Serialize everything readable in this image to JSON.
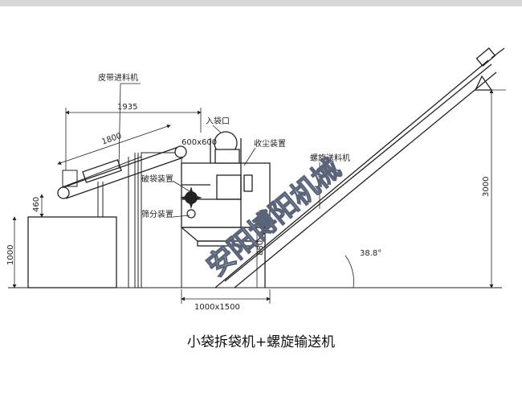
{
  "labels": {
    "belt_feeder": "皮带进料机",
    "bag_inlet": "入袋口",
    "dust_collector": "收尘装置",
    "bag_breaker": "破袋装置",
    "screw_conveyor": "螺旋送料机",
    "screening": "筛分装置"
  },
  "dimensions": {
    "d1935": "1935",
    "d1800": "1800",
    "d600": "600x600",
    "d460": "460",
    "d1000": "1000",
    "d880": "880",
    "d1000x1500": "1000x1500",
    "d3000": "3000",
    "angle": "38.8°"
  },
  "watermark": "安阳博阳机械",
  "caption": "小袋拆袋机+螺旋输送机"
}
